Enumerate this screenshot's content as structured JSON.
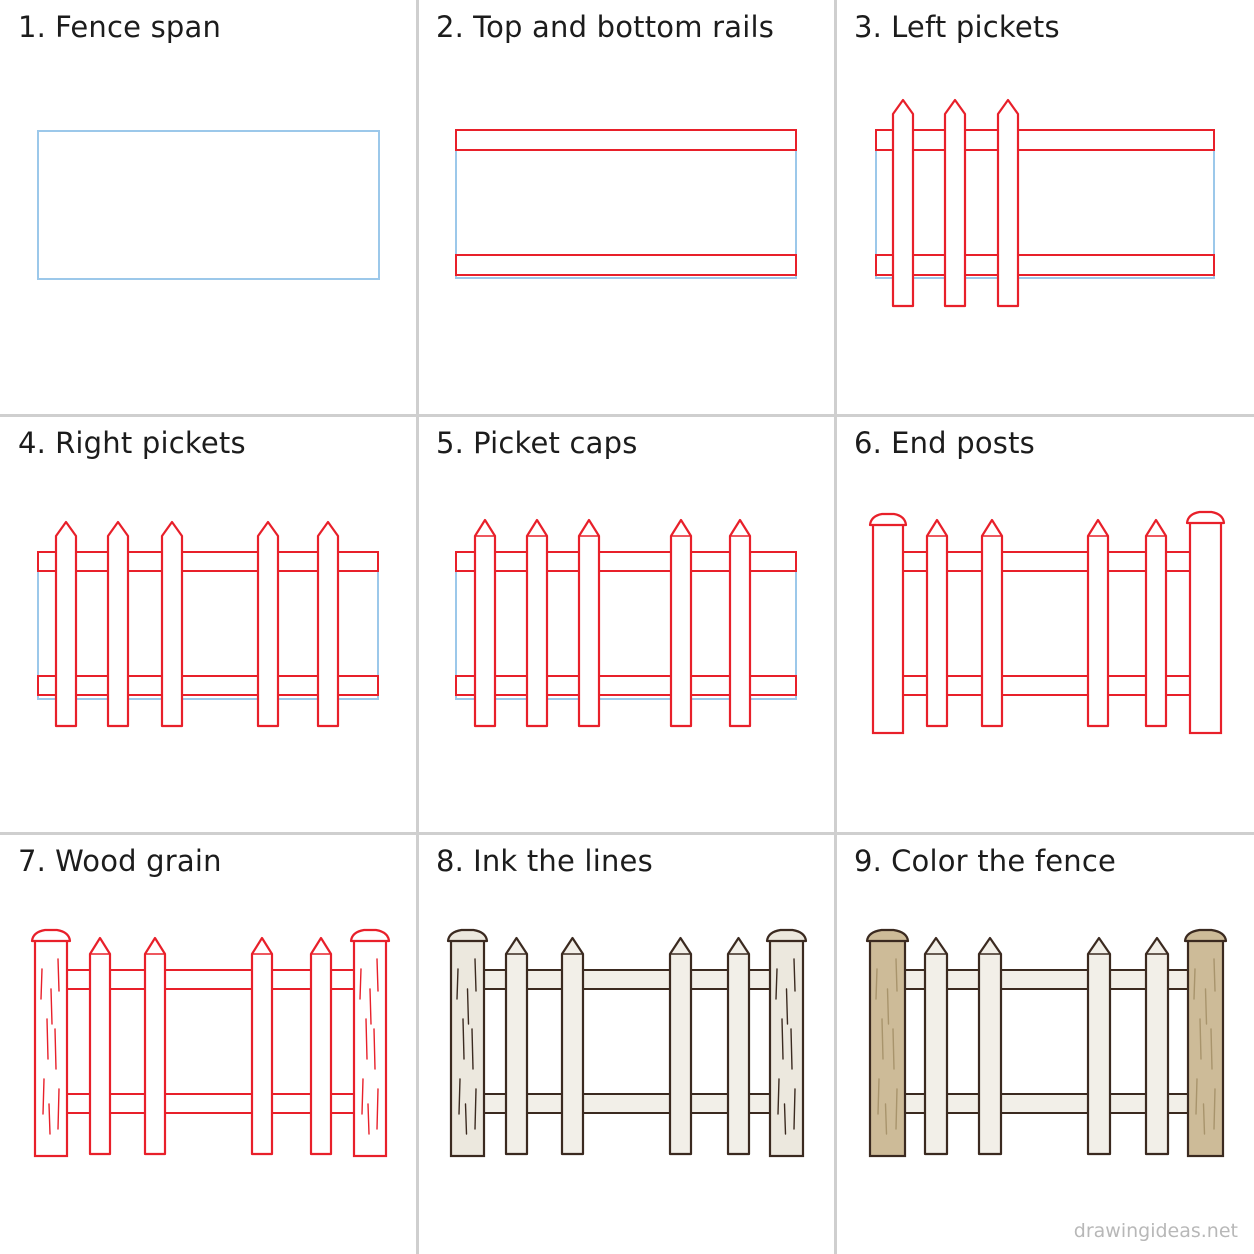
{
  "guide": {
    "steps": [
      {
        "number": "1.",
        "title": "Fence span"
      },
      {
        "number": "2.",
        "title": "Top and bottom rails"
      },
      {
        "number": "3.",
        "title": "Left pickets"
      },
      {
        "number": "4.",
        "title": "Right pickets"
      },
      {
        "number": "5.",
        "title": "Picket caps"
      },
      {
        "number": "6.",
        "title": "End posts"
      },
      {
        "number": "7.",
        "title": "Wood grain"
      },
      {
        "number": "8.",
        "title": "Ink the lines"
      },
      {
        "number": "9.",
        "title": "Color the fence"
      }
    ],
    "watermark": "drawingideas.net"
  },
  "colors": {
    "guide_line": "#9cc8ea",
    "new_step_line": "#e8202a",
    "ink": "#3b2a20",
    "picket_fill": "#f2efe8",
    "post_fill": "#cdbb98",
    "post_grain": "#a8946c",
    "grid": "#cfcfcf"
  }
}
